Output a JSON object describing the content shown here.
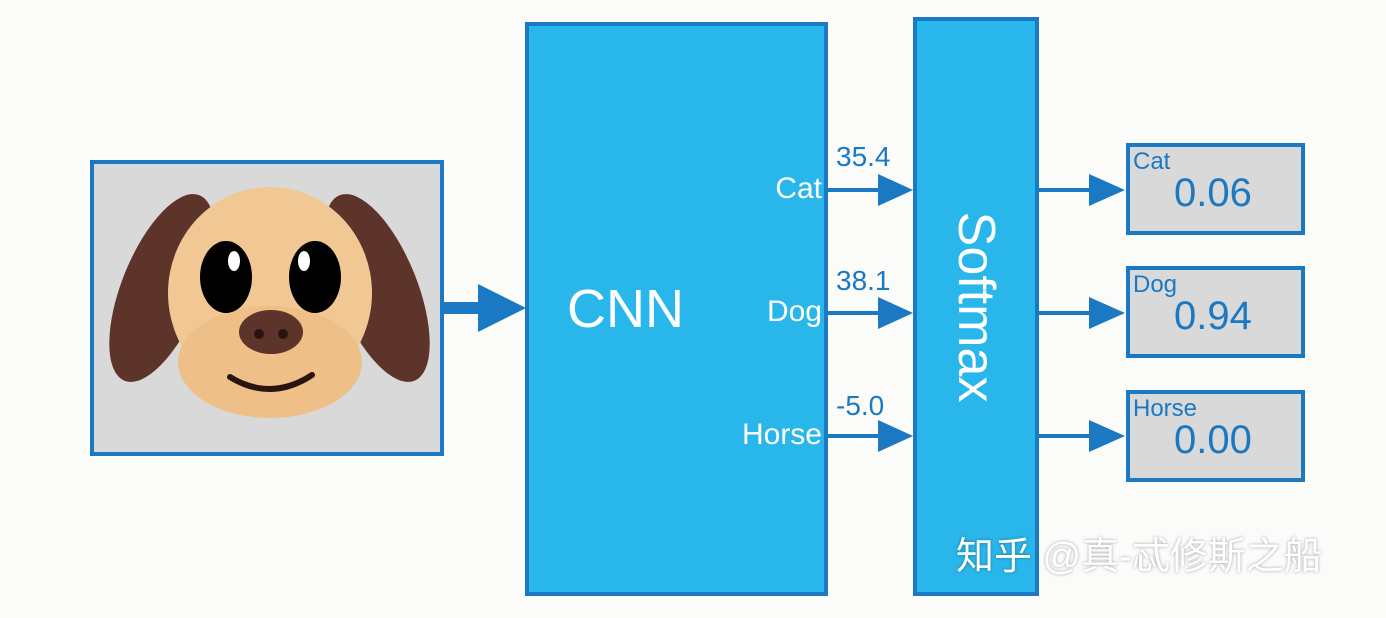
{
  "blocks": {
    "cnn_label": "CNN",
    "softmax_label": "Softmax"
  },
  "scores": [
    {
      "class": "Cat",
      "logit": "35.4"
    },
    {
      "class": "Dog",
      "logit": "38.1"
    },
    {
      "class": "Horse",
      "logit": "-5.0"
    }
  ],
  "outputs": [
    {
      "class": "Cat",
      "probability": "0.06"
    },
    {
      "class": "Dog",
      "probability": "0.94"
    },
    {
      "class": "Horse",
      "probability": "0.00"
    }
  ],
  "watermark": "知乎 @真-忒修斯之船",
  "colors": {
    "block_fill": "#29b6ea",
    "stroke": "#1b78c2",
    "panel_fill": "#d9d9d9",
    "dog_face": "#f1c894",
    "dog_ear": "#5c3429"
  },
  "icons": {
    "input_image": "cartoon-dog-face-icon"
  }
}
